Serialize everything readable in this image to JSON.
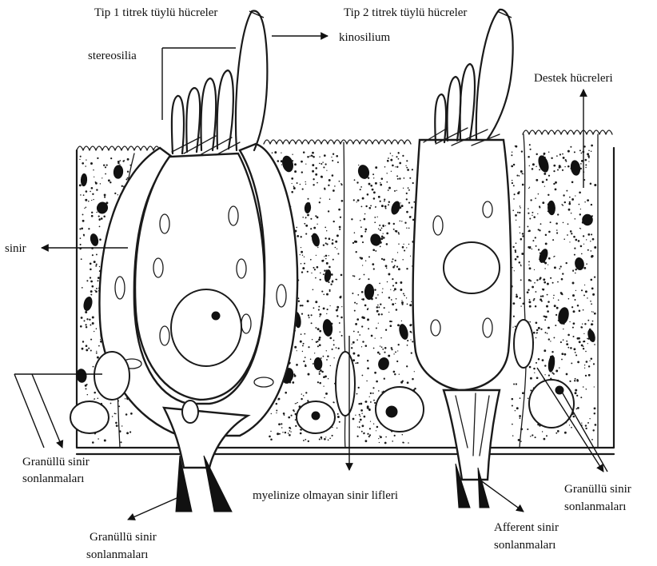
{
  "labels": {
    "tip1": "Tip 1 titrek tüylü hücreler",
    "tip2": "Tip 2 titrek tüylü hücreler",
    "stereosilia": "stereosilia",
    "kinosilium": "kinosilium",
    "destek": "Destek hücreleri",
    "sinir": "sinir",
    "granullu_left_1": "Granüllü sinir",
    "granullu_left_2": "sonlanmaları",
    "granullu_bottom_1": "Granüllü sinir",
    "granullu_bottom_2": "sonlanmaları",
    "myelinize": "myelinize olmayan sinir lifleri",
    "afferent_1": "Afferent sinir",
    "afferent_2": "sonlanmaları",
    "granullu_right_1": "Granüllü sinir",
    "granullu_right_2": "sonlanmaları"
  },
  "colors": {
    "ink": "#1a1a1a",
    "background": "#ffffff"
  }
}
